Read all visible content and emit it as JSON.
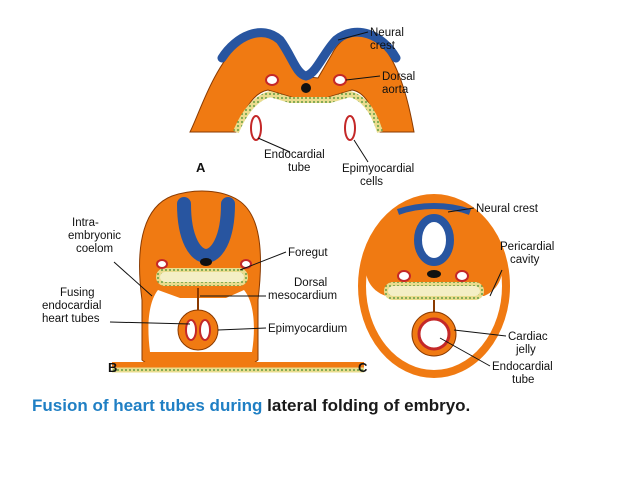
{
  "colors": {
    "ectoderm": "#2855a0",
    "mesoderm": "#f07a12",
    "yolk_border": "#e7d98a",
    "dots": "#3e8a2e",
    "accent_caption": "#1f7fc4",
    "caption_text": "#1a1a1a"
  },
  "panel_a": {
    "letter": "A",
    "labels": {
      "neural_crest": [
        "Neural",
        "crest"
      ],
      "dorsal_aorta": [
        "Dorsal",
        "aorta"
      ],
      "endocardial_tube": [
        "Endocardial",
        "tube"
      ],
      "epimyocardial_cells": [
        "Epimyocardial",
        "cells"
      ]
    }
  },
  "panel_b": {
    "letter": "B",
    "labels": {
      "intraembryonic_coelom": [
        "Intra-",
        "embryonic",
        "coelom"
      ],
      "fusing_tubes": [
        "Fusing",
        "endocardial",
        "heart tubes"
      ],
      "foregut": "Foregut",
      "dorsal_mesocardium": [
        "Dorsal",
        "mesocardium"
      ],
      "epimyocardium": "Epimyocardium"
    }
  },
  "panel_c": {
    "letter": "C",
    "labels": {
      "neural_crest": "Neural crest",
      "pericardial_cavity": [
        "Pericardial",
        "cavity"
      ],
      "cardiac_jelly": [
        "Cardiac",
        "jelly"
      ],
      "endocardial_tube": [
        "Endocardial",
        "tube"
      ]
    }
  },
  "caption": {
    "part1": "Fusion of heart tubes during ",
    "part2": "lateral folding of embryo."
  }
}
